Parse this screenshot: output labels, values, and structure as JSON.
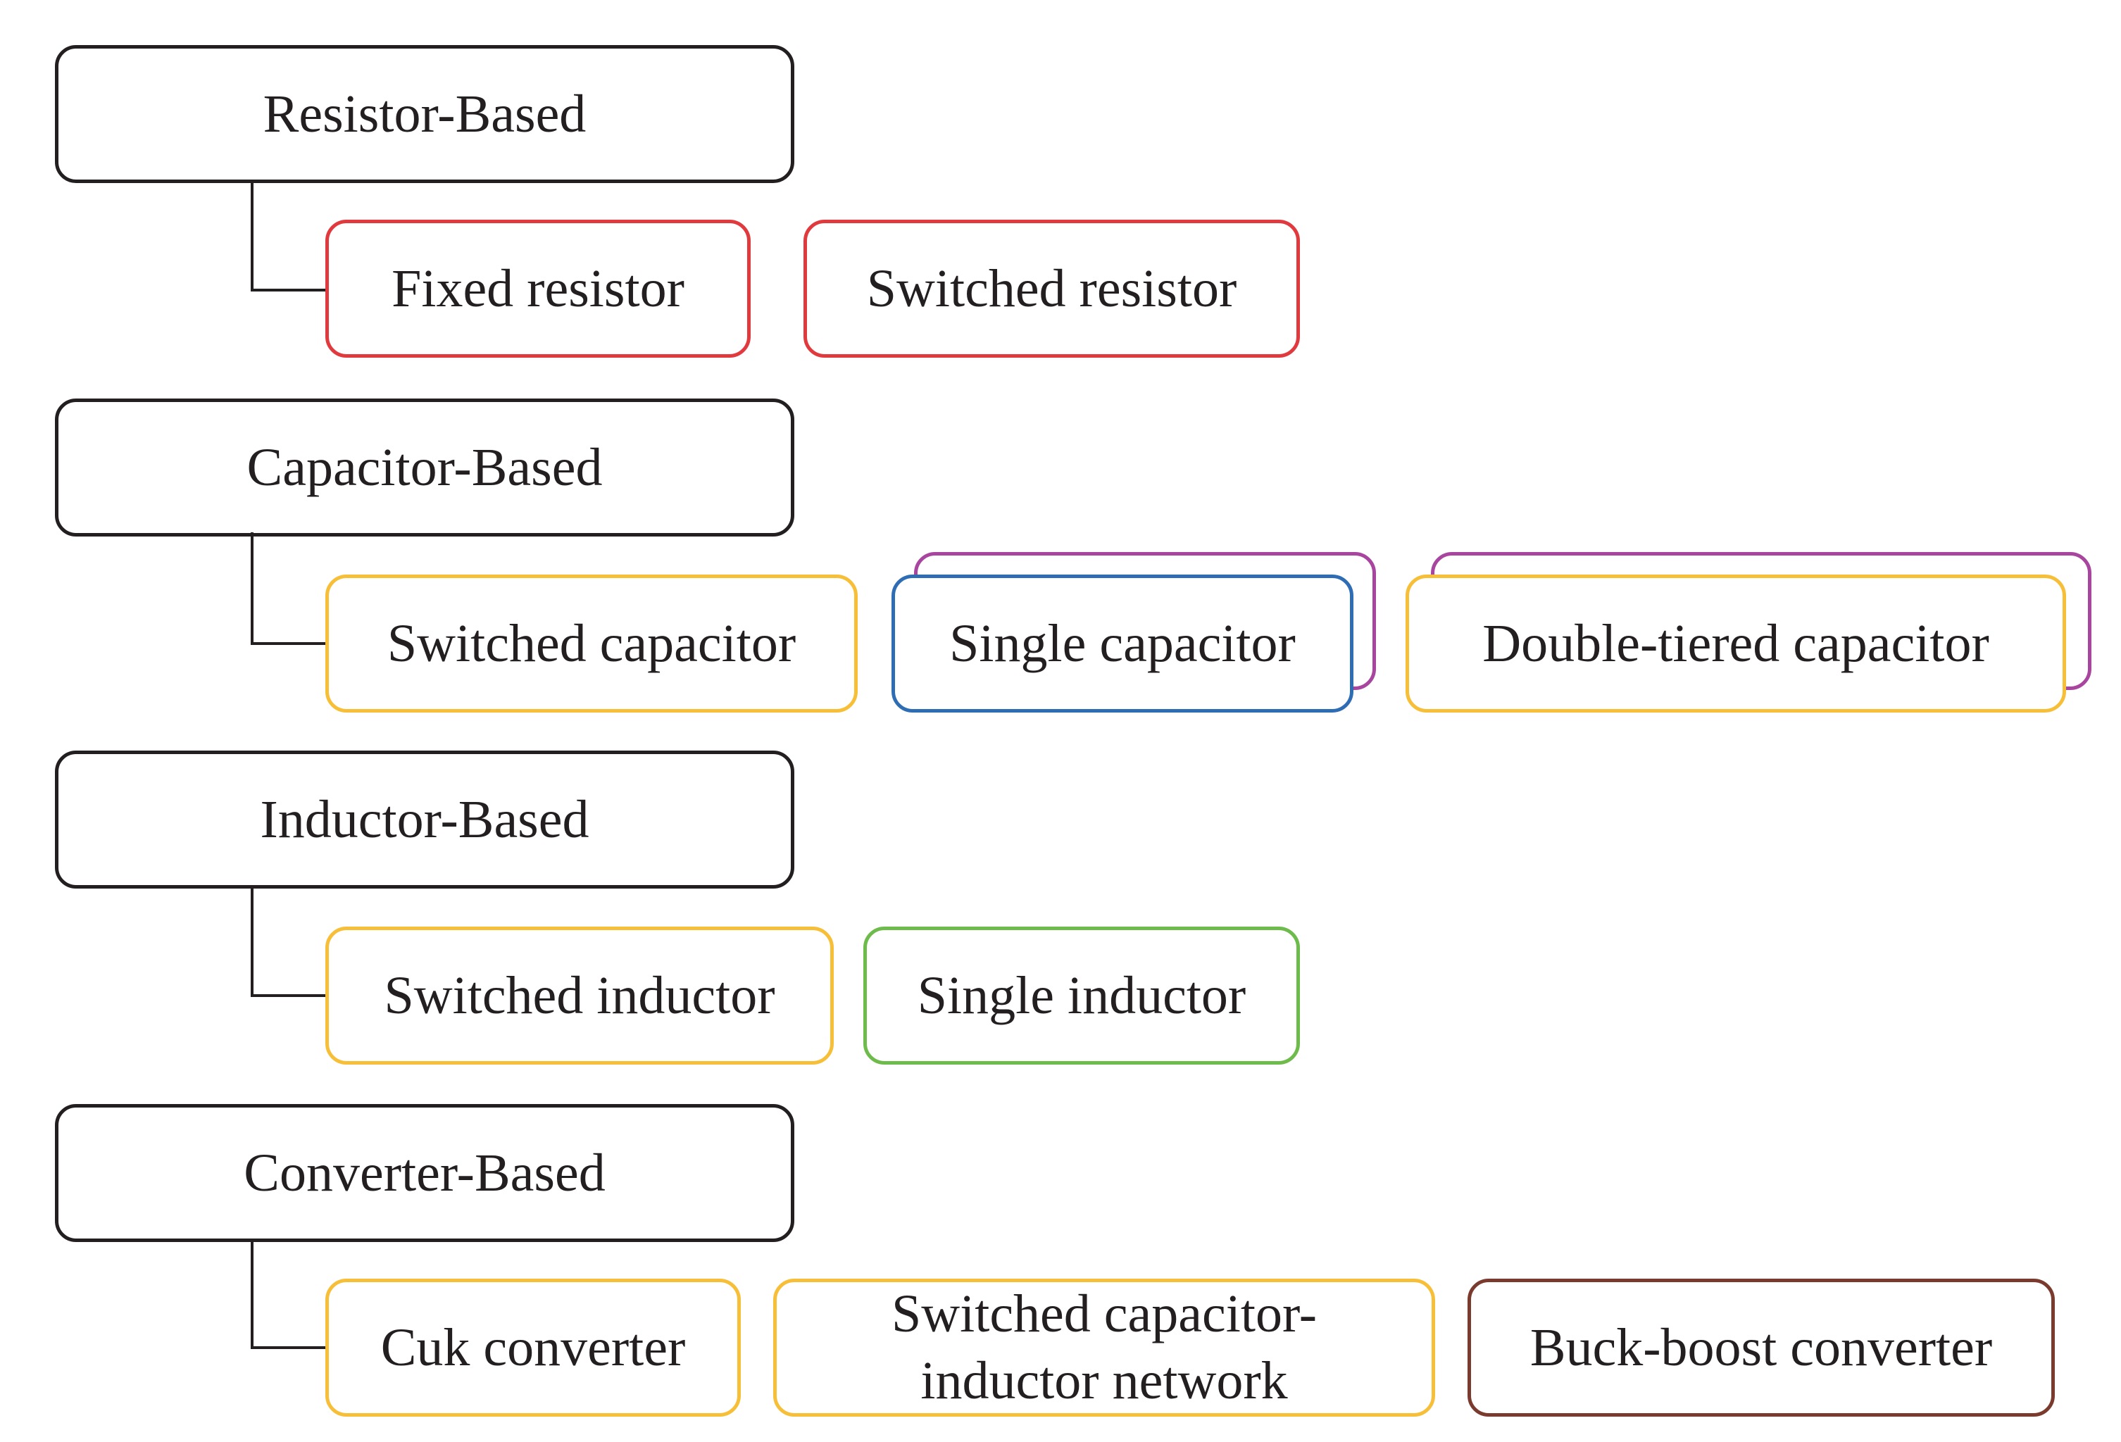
{
  "groups": [
    {
      "title": "Resistor-Based",
      "items": [
        {
          "label": "Fixed resistor",
          "color": "#e03a3e"
        },
        {
          "label": "Switched resistor",
          "color": "#e03a3e"
        }
      ]
    },
    {
      "title": "Capacitor-Based",
      "items": [
        {
          "label": "Switched capacitor",
          "color": "#f7be38"
        },
        {
          "label": "Single capacitor",
          "color": "#2e6db4",
          "stack_color": "#a8459e"
        },
        {
          "label": "Double-tiered capacitor",
          "color": "#f7be38",
          "stack_color": "#a8459e"
        }
      ]
    },
    {
      "title": "Inductor-Based",
      "items": [
        {
          "label": "Switched inductor",
          "color": "#f7be38"
        },
        {
          "label": "Single inductor",
          "color": "#6dbb4a"
        }
      ]
    },
    {
      "title": "Converter-Based",
      "items": [
        {
          "label": "Cuk converter",
          "color": "#f7be38"
        },
        {
          "label": "Switched capacitor-\ninductor network",
          "color": "#f7be38"
        },
        {
          "label": "Buck-boost converter",
          "color": "#7a3b2e"
        }
      ]
    }
  ],
  "colors": {
    "category_border": "#231f20",
    "connector": "#231f20"
  }
}
